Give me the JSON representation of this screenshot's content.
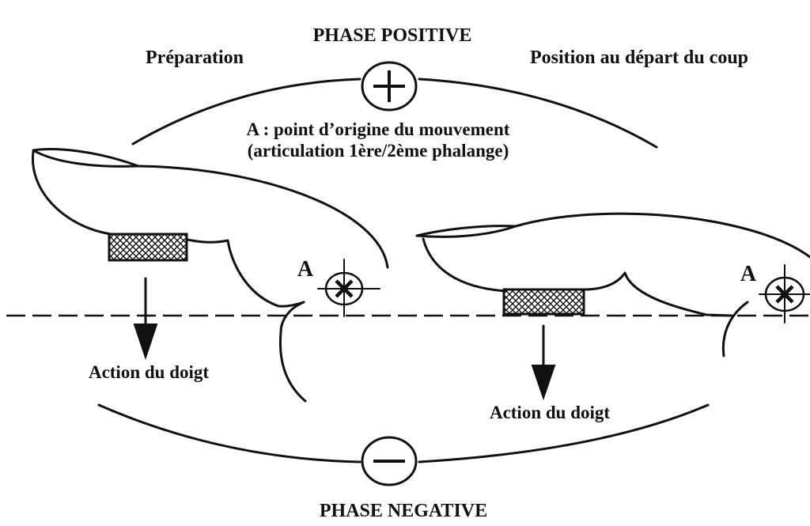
{
  "title_top": "PHASE POSITIVE",
  "title_bottom": "PHASE NEGATIVE",
  "label_left": "Préparation",
  "label_right": "Position au départ du coup",
  "origin_line1": "A : point d’origine du mouvement",
  "origin_line2": "(articulation 1ère/2ème phalange)",
  "point_label_left": "A",
  "point_label_right": "A",
  "action_left": "Action du doigt",
  "action_right": "Action du doigt",
  "icons": {
    "plus": "plus-circle-icon",
    "minus": "minus-circle-icon",
    "origin": "cross-target-icon"
  },
  "colors": {
    "ink": "#111111",
    "background": "#ffffff"
  }
}
